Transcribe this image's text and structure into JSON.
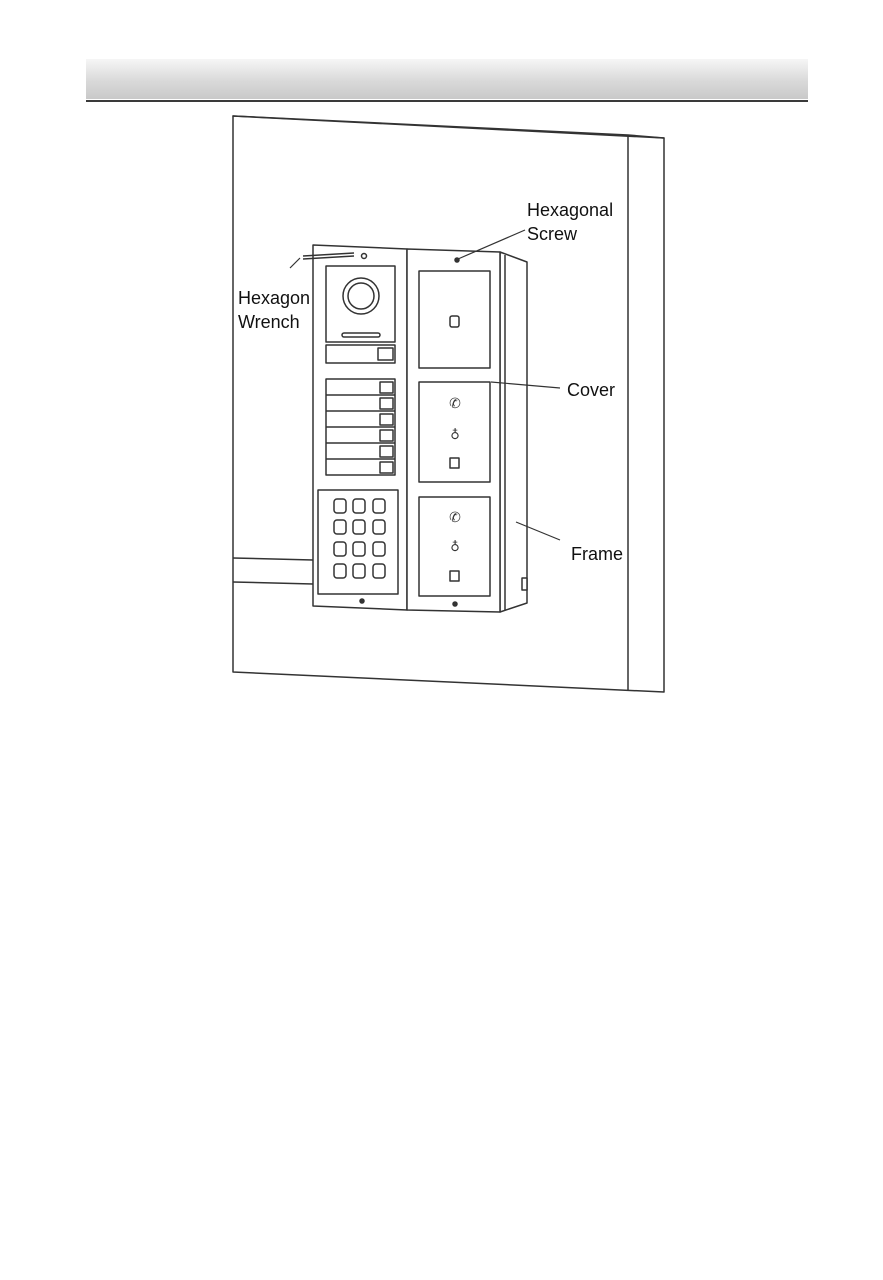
{
  "labels": {
    "hexagonal_screw": [
      "Hexagonal",
      "Screw"
    ],
    "hexagon_wrench": [
      "Hexagon",
      "Wrench"
    ],
    "cover": "Cover",
    "frame": "Frame"
  },
  "colors": {
    "line": "#333333",
    "fill": "#ffffff",
    "header_rule": "#3a3a3a"
  }
}
